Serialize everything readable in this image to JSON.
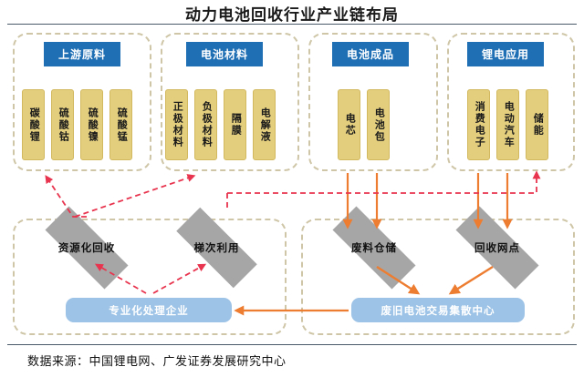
{
  "title": "动力电池回收行业产业链布局",
  "footer": "数据来源：中国锂电网、广发证券发展研究中心",
  "colors": {
    "stage_header_blue": "#1F6FB5",
    "chip_yellow": "#E3CE7E",
    "diamond_grey": "#A6A6A6",
    "bluebox": "#9DC3E6",
    "dashed_border": "#CFC6A8",
    "orange_arrow": "#ED7D31",
    "red_dashed_arrow": "#E8344E",
    "rule": "#4A5A6A"
  },
  "stages": [
    {
      "header": "上游原料",
      "items": [
        "碳酸锂",
        "硫酸钴",
        "硫酸镍",
        "硫酸锰"
      ]
    },
    {
      "header": "电池材料",
      "items": [
        "正极材料",
        "负极材料",
        "隔膜",
        "电解液"
      ]
    },
    {
      "header": "电池成品",
      "items": [
        "电芯",
        "电池包"
      ]
    },
    {
      "header": "锂电应用",
      "items": [
        "消费电子",
        "电动汽车",
        "储能"
      ]
    }
  ],
  "recycle": {
    "left_group": {
      "diamonds": [
        "资源化回收",
        "梯次利用"
      ],
      "box": "专业化处理企业"
    },
    "right_group": {
      "diamonds": [
        "废料仓储",
        "回收网点"
      ],
      "box": "废旧电池交易集散中心"
    }
  }
}
